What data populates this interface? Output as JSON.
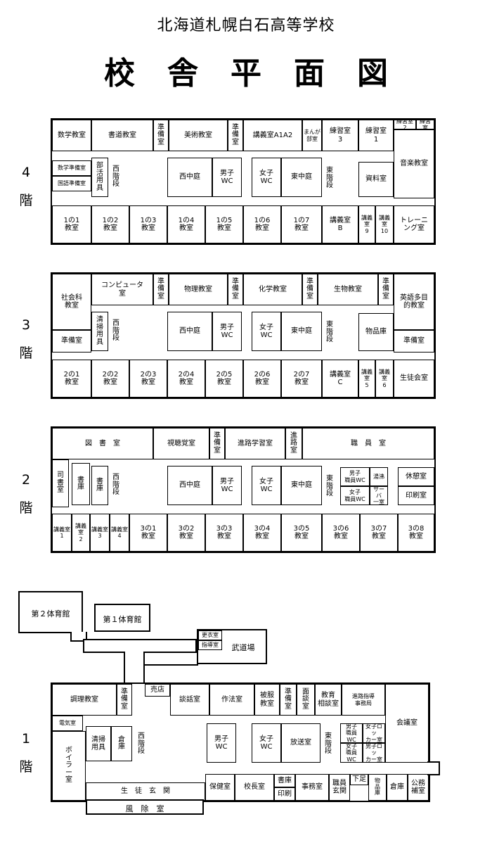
{
  "header": {
    "school": "北海道札幌白石高等学校",
    "title": "校舎平面図"
  },
  "floors": {
    "f4": {
      "label": "4\n階",
      "top": [
        "数学教室",
        "書道教室",
        "準\n備\n室",
        "美術教室",
        "準\n備\n室",
        "講義室A1A2",
        "まんが\n部室",
        "練習室\n3",
        "練習室\n1",
        "練習室2",
        "練習室"
      ],
      "mid": [
        "数学準備室",
        "国語準備室",
        "部\n活\n用\n具",
        "西\n階\n段",
        "西中庭",
        "男子\nWC",
        "女子\nWC",
        "東中庭",
        "東\n階\n段",
        "資料室",
        "音楽教室"
      ],
      "bottom": [
        "1の1\n教室",
        "1の2\n教室",
        "1の3\n教室",
        "1の4\n教室",
        "1の5\n教室",
        "1の6\n教室",
        "1の7\n教室",
        "講義室\nB",
        "講義室\n9",
        "講義室\n10",
        "トレーニ\nング室"
      ]
    },
    "f3": {
      "label": "3\n階",
      "top": [
        "社会科\n教室",
        "コンピュータ\n室",
        "準\n備\n室",
        "物理教室",
        "準\n備\n室",
        "化学教室",
        "準\n備\n室",
        "生物教室",
        "準\n備\n室",
        "英語多目\n的教室"
      ],
      "mid": [
        "準備室",
        "清\n掃\n用\n具",
        "西\n階\n段",
        "西中庭",
        "男子\nWC",
        "女子\nWC",
        "東中庭",
        "東\n階\n段",
        "物品庫",
        "準備室"
      ],
      "bottom": [
        "2の1\n教室",
        "2の2\n教室",
        "2の3\n教室",
        "2の4\n教室",
        "2の5\n教室",
        "2の6\n教室",
        "2の7\n教室",
        "講義室\nC",
        "講義室\n5",
        "講義室\n6",
        "生徒会室"
      ]
    },
    "f2": {
      "label": "2\n階",
      "top": [
        "図　書　室",
        "視聴覚室",
        "準\n備\n室",
        "進路学習室",
        "進\n路\n室",
        "職　員　室"
      ],
      "mid": [
        "司\n書\n室",
        "書\n庫",
        "書\n庫",
        "西\n階\n段",
        "西中庭",
        "男子\nWC",
        "女子\nWC",
        "東中庭",
        "東\n階\n段",
        "男子\n職員WC",
        "女子\n職員WC",
        "湯沸",
        "サーバ\n一室",
        "休憩室",
        "印刷室"
      ],
      "bottom": [
        "講義室\n1",
        "講義室\n2",
        "講義室\n3",
        "講義室\n4",
        "3の1\n教室",
        "3の2\n教室",
        "3の3\n教室",
        "3の4\n教室",
        "3の5\n教室",
        "3の6\n教室",
        "3の7\n教室",
        "3の8\n教室"
      ]
    },
    "f1": {
      "label": "1\n階",
      "annex": [
        "第２体育館",
        "第１体育館",
        "更衣室",
        "指導室",
        "武道場"
      ],
      "top": [
        "調理教室",
        "準\n備\n室",
        "売店",
        "談話室",
        "作法室",
        "被服\n教室",
        "準\n備\n室",
        "面\n談\n室",
        "教育\n相談室",
        "進路指導\n事務局",
        "会議室"
      ],
      "mid": [
        "電気室",
        "ボ\nイ\nラ\nー\n室",
        "清掃\n用具",
        "倉\n庫",
        "西\n階\n段",
        "男子\nWC",
        "女子\nWC",
        "放送室",
        "東\n階\n段",
        "男子\n職員WC",
        "女子ロッ\nカー室",
        "女子\n職員WC",
        "男子ロッ\nカー室"
      ],
      "bottom": [
        "生　徒　玄　関",
        "風　除　室",
        "保健室",
        "校長室",
        "書庫",
        "印刷",
        "事務室",
        "職員\n玄関",
        "下足",
        "物\n品\n庫",
        "倉庫",
        "公務\n補室"
      ]
    }
  }
}
